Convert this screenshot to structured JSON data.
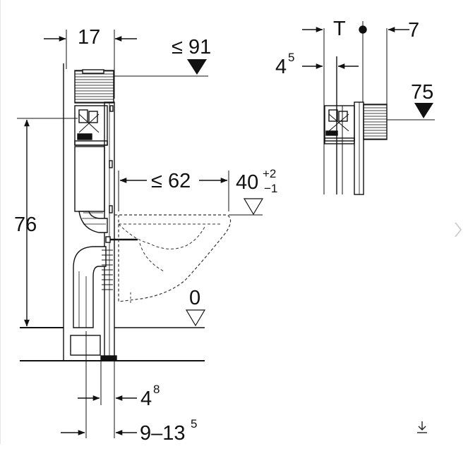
{
  "dimensions": {
    "frame_depth": "17",
    "height_max": "≤ 91",
    "installation_height": "76",
    "bowl_projection": "≤ 62",
    "seat_height_base": "40",
    "seat_tol_upper": "+2",
    "seat_tol_lower": "−1",
    "floor_level": "0",
    "pipe_offset_base": "4",
    "pipe_offset_sup": "8",
    "drain_offset_base": "9–13",
    "drain_offset_sup": "5",
    "side_offset_base": "4",
    "side_offset_sup": "5",
    "thickness_label": "T",
    "wall_gap": "7",
    "side_height": "75"
  },
  "icons": {
    "next": "chevron-right-icon",
    "download": "download-icon"
  },
  "colors": {
    "line": "#111111",
    "dashed": "#333333",
    "nav": "#c8c8c8"
  }
}
